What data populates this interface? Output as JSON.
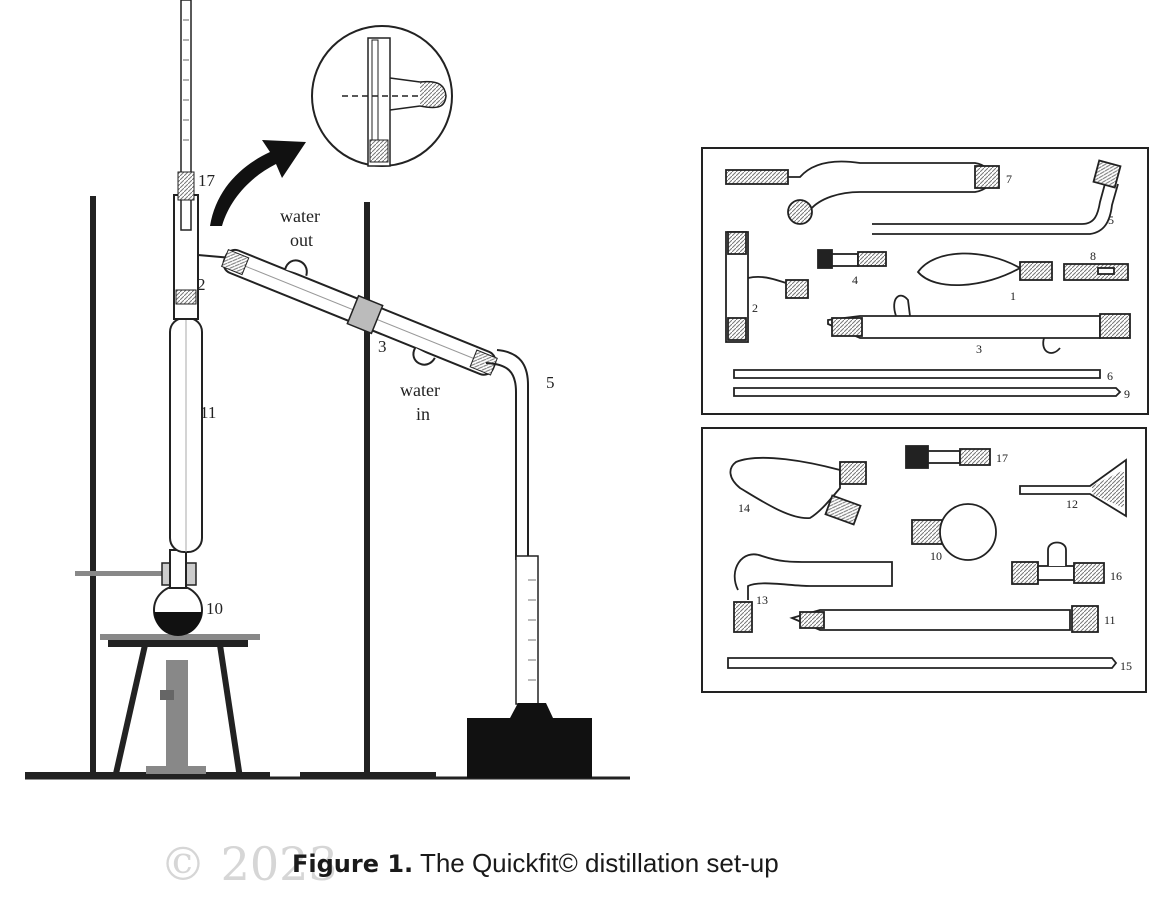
{
  "caption": {
    "label": "Figure 1.",
    "text": "The Quickfit© distillation set-up"
  },
  "watermark": {
    "text": "© 2023"
  },
  "setup_labels": {
    "water_out_1": "water",
    "water_out_2": "out",
    "water_in_1": "water",
    "water_in_2": "in",
    "p17": "17",
    "p2": "2",
    "p11": "11",
    "p10": "10",
    "p3": "3",
    "p5": "5"
  },
  "kit_top": {
    "p7": "7",
    "p5": "5",
    "p8": "8",
    "p4": "4",
    "p2": "2",
    "p1": "1",
    "p3": "3",
    "p6": "6",
    "p9": "9"
  },
  "kit_bottom": {
    "p17": "17",
    "p14": "14",
    "p12": "12",
    "p10": "10",
    "p16": "16",
    "p13": "13",
    "p11": "11",
    "p15": "15"
  }
}
